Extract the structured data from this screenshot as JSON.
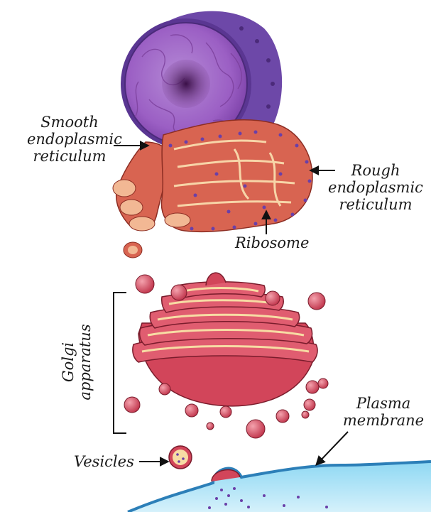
{
  "labels": {
    "smooth_er": [
      "Smooth",
      "endoplasmic",
      "reticulum"
    ],
    "rough_er": [
      "Rough",
      "endoplasmic",
      "reticulum"
    ],
    "ribosome": "Ribosome",
    "golgi": [
      "Golgi",
      "apparatus"
    ],
    "plasma_membrane": [
      "Plasma",
      "membrane"
    ],
    "vesicles": "Vesicles"
  },
  "colors": {
    "nucleus": "#9b59c2",
    "nucleus_dark": "#6d3a9a",
    "nucleolus": "#4a1c5a",
    "er_red": "#d9604f",
    "er_light": "#f6c9a3",
    "golgi_red": "#d8485c",
    "golgi_cream": "#f7dca4",
    "membrane_blue": "#7fd0ef",
    "membrane_edge": "#2c7fb8",
    "ribosome": "#6a3fa8"
  }
}
